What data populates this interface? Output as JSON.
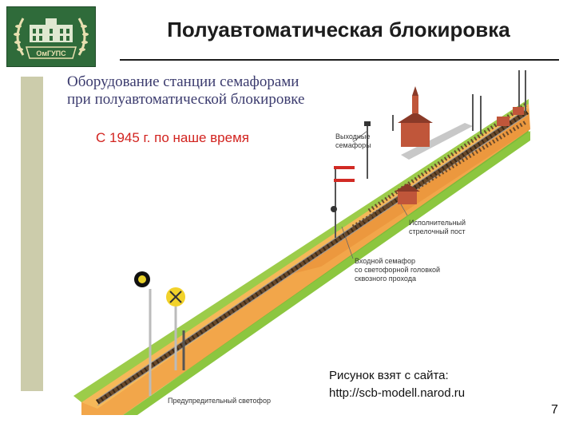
{
  "logo": {
    "text": "ОмГУПС"
  },
  "slide": {
    "title": "Полуавтоматическая блокировка",
    "page_number": "7"
  },
  "figure": {
    "heading_line1": "Оборудование станции семафорами",
    "heading_line2": "при полуавтоматической блокировке",
    "period": "С 1945 г.  по наше время",
    "labels": {
      "exit_semaphores_1": "Выходные",
      "exit_semaphores_2": "семафоры",
      "switch_post_1": "Исполнительный",
      "switch_post_2": "стрелочный пост",
      "entry_semaphore_1": "Входной семафор",
      "entry_semaphore_2": "со светофорной головкой",
      "entry_semaphore_3": "сквозного прохода",
      "warning_signal": "Предупредительный светофор"
    },
    "credit_line1": "Рисунок  взят с сайта:",
    "credit_line2": "http://scb-modell.narod.ru"
  },
  "colors": {
    "logo_bg": "#2f6b3a",
    "side_bar": "#ccccab",
    "embankment": "#8cc63f",
    "ground": "#f2a64a",
    "period_text": "#d2231f",
    "heading_text": "#3b3b6e"
  }
}
